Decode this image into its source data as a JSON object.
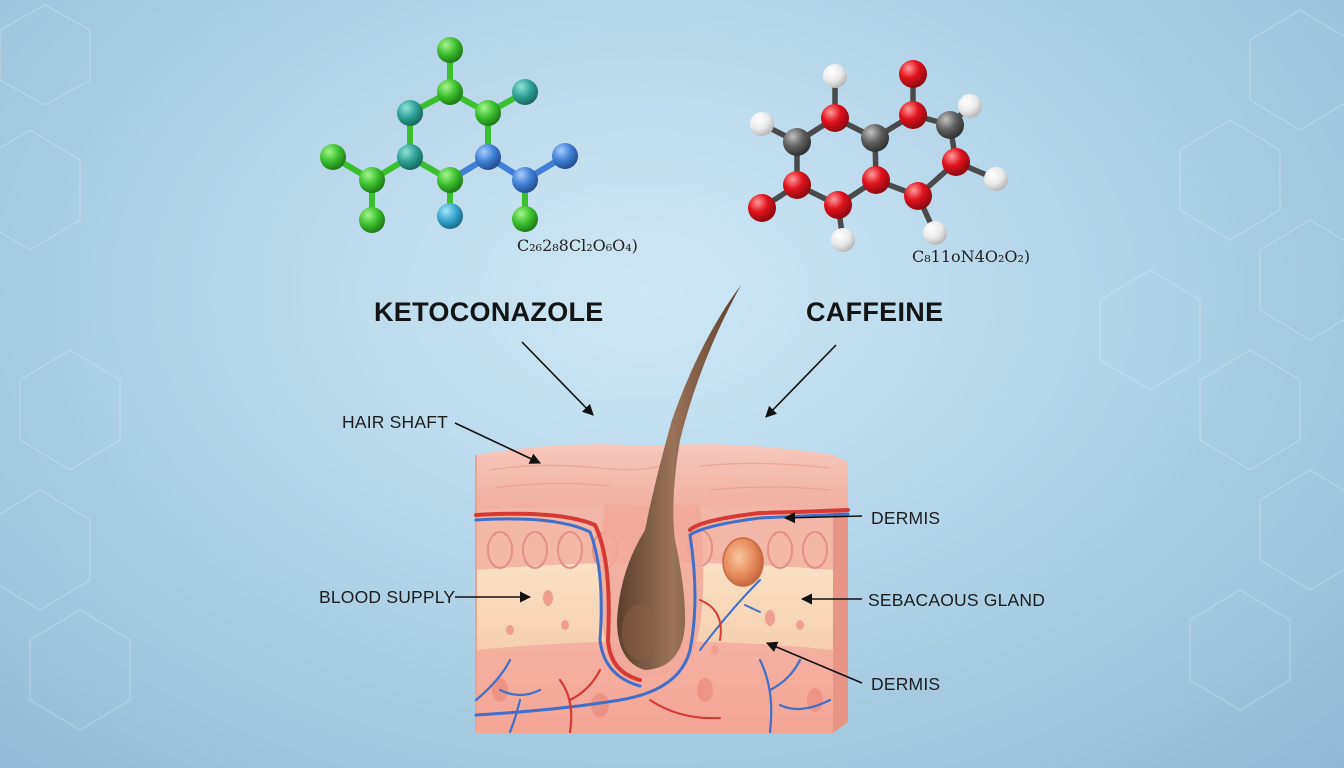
{
  "compounds": {
    "left": {
      "name": "KETOCONAZOLE",
      "formula": "C₂₆2₈8Cl₂O₆O₄)"
    },
    "right": {
      "name": "CAFFEINE",
      "formula": "C₈11oN4O₂O₂)"
    }
  },
  "labels": {
    "hair_shaft": "HAIR SHAFT",
    "blood_supply": "BLOOD SUPPLY",
    "dermis_upper": "DERMIS",
    "sebaceous_gland": "SEBACAOUS GLAND",
    "dermis_lower": "DERMIS"
  },
  "colors": {
    "green_atom": "#3cbf2f",
    "teal_atom": "#2ea295",
    "blue_atom": "#3f7fd6",
    "red_atom": "#e0121c",
    "gray_atom": "#5e5e5e",
    "white_atom": "#e9e9e9",
    "skin": "#f2b3a8",
    "hair": "#7a5640",
    "vessel_red": "#d63a32",
    "vessel_blue": "#3f6fc9"
  },
  "icons": [
    "ketoconazole-molecule-icon",
    "caffeine-molecule-icon",
    "hair-follicle-icon"
  ]
}
